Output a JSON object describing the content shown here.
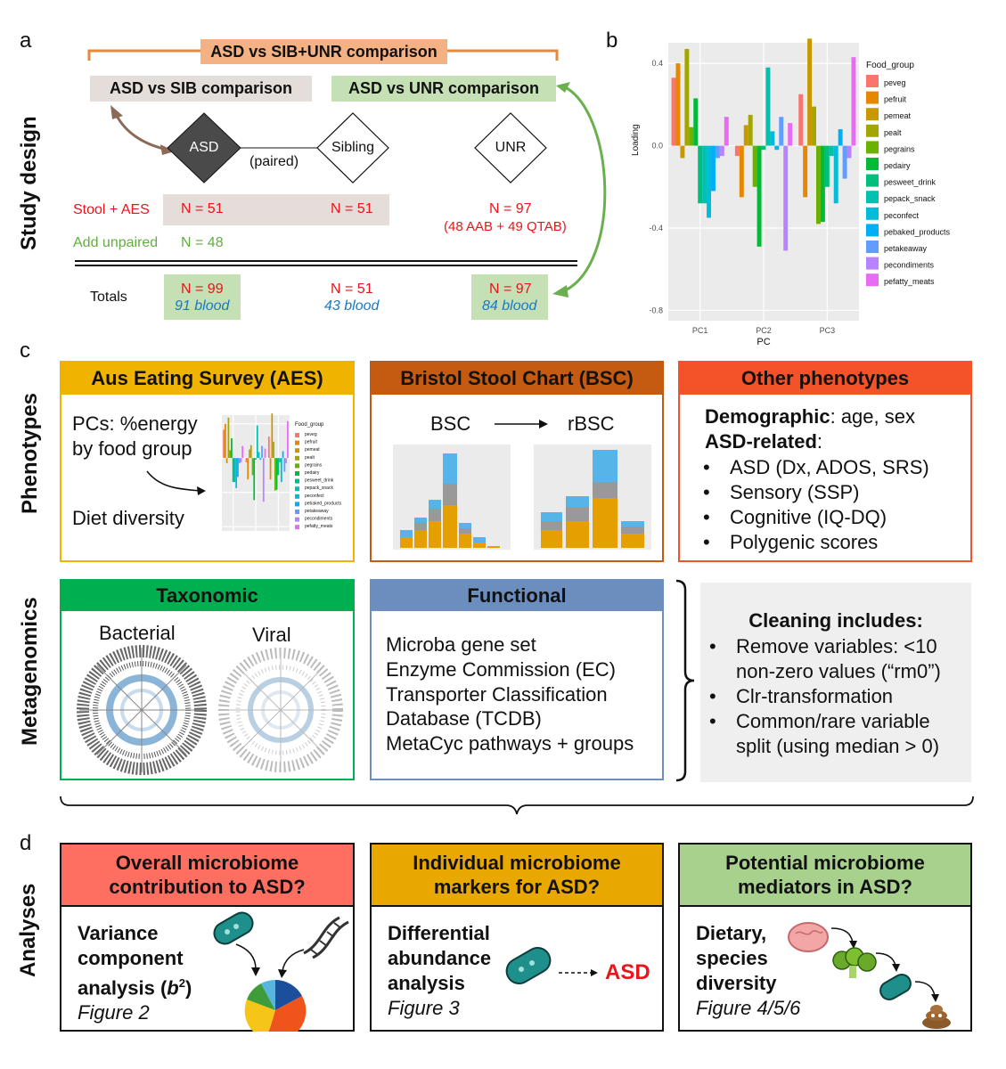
{
  "panel_a": {
    "letter": "a",
    "side_label": "Study design",
    "top_bar": "ASD vs SIB+UNR comparison",
    "sib_comparison": "ASD vs SIB comparison",
    "unr_comparison": "ASD vs UNR comparison",
    "nodes": {
      "asd": "ASD",
      "sibling": "Sibling",
      "unr": "UNR"
    },
    "paired": "(paired)",
    "row_stool": {
      "label": "Stool + AES",
      "asd": "N = 51",
      "sib": "N = 51",
      "unr": "N = 97",
      "unr_detail": "(48 AAB + 49 QTAB)"
    },
    "row_unpaired": {
      "label": "Add unpaired",
      "asd": "N = 48"
    },
    "totals": {
      "label": "Totals",
      "asd_n": "N = 99",
      "asd_blood": "91 blood",
      "sib_n": "N = 51",
      "sib_blood": "43 blood",
      "unr_n": "N = 97",
      "unr_blood": "84 blood"
    }
  },
  "panel_b": {
    "letter": "b"
  },
  "chart_data": {
    "type": "bar",
    "xlabel": "PC",
    "ylabel": "Loading",
    "categories": [
      "PC1",
      "PC2",
      "PC3"
    ],
    "yticks": [
      0.4,
      0.0,
      -0.4,
      -0.8
    ],
    "ylim": [
      -0.85,
      0.5
    ],
    "legend_title": "Food_group",
    "legend_position": "right",
    "grid": true,
    "series": [
      {
        "name": "peveg",
        "color": "#f8766d",
        "values": [
          0.33,
          -0.05,
          0.25
        ]
      },
      {
        "name": "pefruit",
        "color": "#e58700",
        "values": [
          0.4,
          -0.25,
          -0.25
        ]
      },
      {
        "name": "pemeat",
        "color": "#c99800",
        "values": [
          -0.06,
          0.1,
          0.52
        ]
      },
      {
        "name": "pealt",
        "color": "#a3a500",
        "values": [
          0.47,
          0.15,
          0.19
        ]
      },
      {
        "name": "pegrains",
        "color": "#6bb100",
        "values": [
          0.09,
          -0.2,
          -0.38
        ]
      },
      {
        "name": "pedairy",
        "color": "#00ba38",
        "values": [
          0.23,
          -0.49,
          -0.37
        ]
      },
      {
        "name": "pesweet_drink",
        "color": "#00bf7d",
        "values": [
          -0.28,
          -0.02,
          -0.2
        ]
      },
      {
        "name": "pepack_snack",
        "color": "#00c0af",
        "values": [
          -0.28,
          0.38,
          -0.05
        ]
      },
      {
        "name": "peconfect",
        "color": "#00bcd8",
        "values": [
          -0.35,
          0.07,
          -0.28
        ]
      },
      {
        "name": "pebaked_products",
        "color": "#00b0f6",
        "values": [
          -0.22,
          -0.02,
          0.08
        ]
      },
      {
        "name": "petakeaway",
        "color": "#619cff",
        "values": [
          -0.06,
          0.14,
          -0.16
        ]
      },
      {
        "name": "pecondiments",
        "color": "#b983ff",
        "values": [
          -0.05,
          -0.51,
          -0.06
        ]
      },
      {
        "name": "pefatty_meats",
        "color": "#e76bf3",
        "values": [
          0.14,
          0.11,
          0.43
        ]
      }
    ]
  },
  "panel_c": {
    "letter": "c",
    "phenotypes_label": "Phenotypes",
    "metagenomics_label": "Metagenomics",
    "aes": {
      "title": "Aus Eating Survey (AES)",
      "line1": "PCs: %energy",
      "line2": "by food group",
      "line3": "Diet diversity"
    },
    "bsc": {
      "title": "Bristol Stool Chart (BSC)",
      "left": "BSC",
      "right": "rBSC"
    },
    "other": {
      "title": "Other phenotypes",
      "demo_bold": "Demographic",
      "demo_rest": ": age, sex",
      "asd_bold": "ASD-related",
      "asd_colon": ":",
      "items": [
        "ASD (Dx, ADOS, SRS)",
        "Sensory (SSP)",
        "Cognitive (IQ-DQ)",
        "Polygenic scores"
      ]
    },
    "taxonomic": {
      "title": "Taxonomic",
      "left": "Bacterial",
      "right": "Viral"
    },
    "functional": {
      "title": "Functional",
      "lines": [
        "Microba gene set",
        "Enzyme Commission (EC)",
        "Transporter Classification",
        "Database (TCDB)",
        "MetaCyc pathways + groups"
      ]
    },
    "cleaning": {
      "title": "Cleaning includes:",
      "items": [
        "Remove variables: <10 non-zero values (“rm0”)",
        "Clr-transformation",
        "Common/rare variable split (using median > 0)"
      ]
    }
  },
  "panel_d": {
    "letter": "d",
    "side_label": "Analyses",
    "box1": {
      "title_line1": "Overall microbiome",
      "title_line2": "contribution to ASD?",
      "body_lines": [
        "Variance",
        "component",
        "analysis ("
      ],
      "b": "b",
      "sup": "2",
      "close": ")",
      "figure": "Figure 2"
    },
    "box2": {
      "title_line1": "Individual microbiome",
      "title_line2": "markers for ASD?",
      "body_lines": [
        "Differential",
        "abundance",
        "analysis"
      ],
      "figure": "Figure 3",
      "target": "ASD"
    },
    "box3": {
      "title_line1": "Potential microbiome",
      "title_line2": "mediators in ASD?",
      "body_lines": [
        "Dietary,",
        "species",
        "diversity"
      ],
      "figure": "Figure 4/5/6"
    }
  }
}
